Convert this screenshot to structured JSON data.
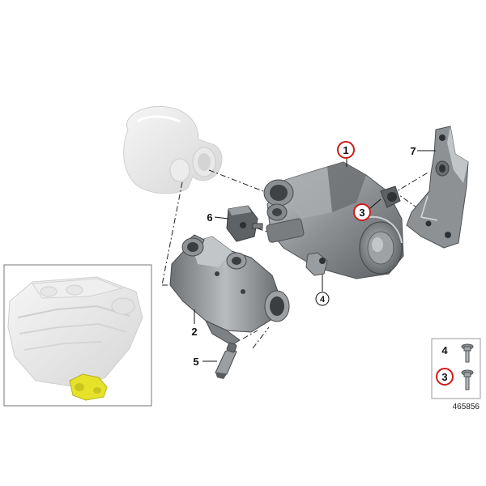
{
  "callouts": {
    "c1": "1",
    "c2": "2",
    "c3": "3",
    "c4": "4",
    "c5": "5",
    "c6": "6",
    "c7": "7"
  },
  "legend": {
    "item4": "4",
    "item3": "3"
  },
  "reference_number": "465856",
  "colors": {
    "highlight_circle": "#d11a1a",
    "engine_highlight": "#e6e22a",
    "part_grey": "#8a8d90",
    "ghost_part": "#e6e6e6"
  }
}
